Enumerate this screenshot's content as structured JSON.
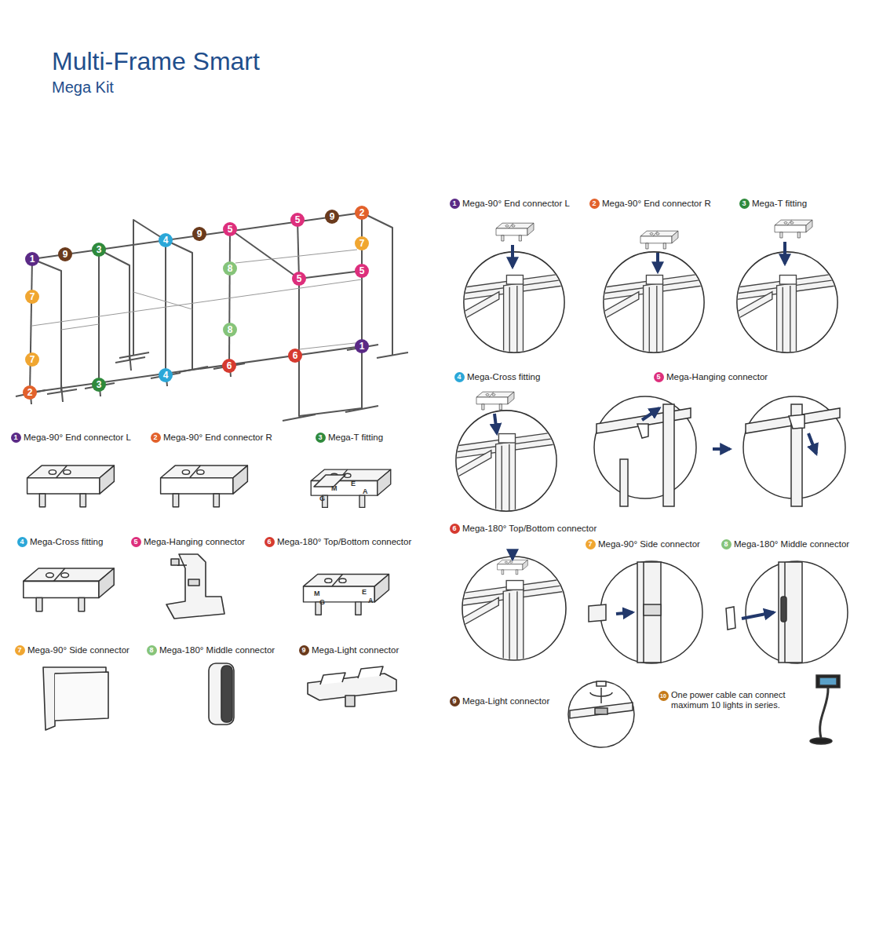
{
  "diagram": {
    "title": "Multi-Frame Smart",
    "labels": [
      "Mega Kit",
      "1",
      "9",
      "3",
      "4",
      "9",
      "5",
      "5",
      "9",
      "2",
      "7",
      "8",
      "5",
      "5",
      "7",
      "8",
      "1",
      "7",
      "6",
      "6",
      "4",
      "3",
      "2",
      "1",
      "Mega-90° End connector L",
      "2",
      "Mega-90° End connector R",
      "3",
      "Mega-T fitting",
      "4",
      "Mega-Cross fitting",
      "5",
      "Mega-Hanging connector",
      "6",
      "Mega-180° Top/Bottom connector",
      "7",
      "Mega-90° Side connector",
      "8",
      "Mega-180° Middle connector",
      "9",
      "Mega-Light connector",
      "G",
      "M",
      "E",
      "A",
      "M",
      "G",
      "E",
      "A",
      "1",
      "Mega-90° End connector L",
      "2",
      "Mega-90° End connector R",
      "3",
      "Mega-T fitting",
      "4",
      "Mega-Cross fitting",
      "5",
      "Mega-Hanging connector",
      "6",
      "Mega-180° Top/Bottom connector",
      "7",
      "Mega-90° Side connector",
      "8",
      "Mega-180° Middle connector",
      "9",
      "Mega-Light connector",
      "10",
      "One power cable can connect maximum 10 lights in series."
    ]
  }
}
